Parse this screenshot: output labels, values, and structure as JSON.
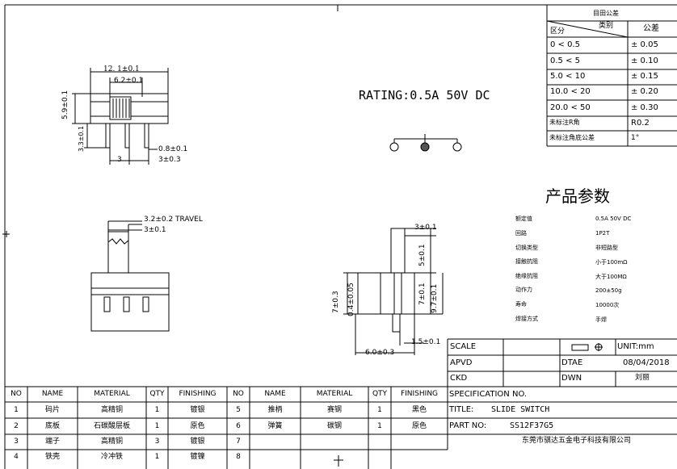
{
  "tolerance_table": {
    "header_top": "目田公差",
    "col_category": "类别",
    "col_range": "区分",
    "col_tolerance": "公差",
    "rows": [
      {
        "range": "0    < 0.5",
        "tol": "± 0.05"
      },
      {
        "range": "0.5    < 5",
        "tol": "± 0.10"
      },
      {
        "range": "5.0    < 10",
        "tol": "± 0.15"
      },
      {
        "range": "10.0   < 20",
        "tol": "± 0.20"
      },
      {
        "range": "20.0   < 50",
        "tol": "± 0.30"
      }
    ],
    "note_r_label": "未标注R角",
    "note_r_value": "R0.2",
    "note_angle_label": "未标注角底公差",
    "note_angle_value": "1°"
  },
  "rating": "RATING:0.5A 50V DC",
  "dims": {
    "top_width": "12. 1±0.1",
    "top_inner": "6.2±0.1",
    "top_height": "5.9±0.1",
    "pin_height": "3.3±0.1",
    "pin_width": "0.8±0.1",
    "pin_pitch_a": "3",
    "pin_pitch_b": "3±0.3",
    "travel": "3.2±0.2   TRAVEL",
    "lever_width": "3±0.1",
    "side_top": "3±0.1",
    "side_lever": "5±0.1",
    "side_body": "7±0.1",
    "side_total": "9.7±0.1",
    "side_left": "7±0.3",
    "side_thick": "0.4±0.05",
    "side_foot": "1.5±0.1",
    "side_base": "6.0±0.3"
  },
  "params": {
    "title": "产品参数",
    "rows": [
      {
        "k": "额定值",
        "v": "0.5A  50V DC"
      },
      {
        "k": "回路",
        "v": "1P2T"
      },
      {
        "k": "切换类型",
        "v": "非短路型"
      },
      {
        "k": "接触抗阻",
        "v": "小于100mΩ"
      },
      {
        "k": "绝缘抗阻",
        "v": "大于100MΩ"
      },
      {
        "k": "动作力",
        "v": "200±50g"
      },
      {
        "k": "寿命",
        "v": "10000次"
      },
      {
        "k": "焊接方式",
        "v": "手焊"
      }
    ]
  },
  "title_block": {
    "scale": "SCALE",
    "unit": "UNIT:mm",
    "apvd": "APVD",
    "dtae": "DTAE",
    "date": "08/04/2018",
    "ckd": "CKD",
    "dwn": "DWN",
    "dwn_name": "刘丽",
    "spec": "SPECIFICATION NO.",
    "title_label": "TITLE:",
    "title_value": "SLIDE  SWITCH",
    "part_label": "PART NO:",
    "part_value": "SS12F37G5",
    "company": "东莞市骐达五金电子科技有限公司"
  },
  "bom": {
    "headers": [
      "NO",
      "NAME",
      "MATERIAL",
      "QTY",
      "FINISHING",
      "NO",
      "NAME",
      "MATERIAL",
      "QTY",
      "FINISHING"
    ],
    "rows": [
      [
        "1",
        "码片",
        "高精铜",
        "1",
        "镀银",
        "5",
        "推柄",
        "赛钢",
        "1",
        "黑色"
      ],
      [
        "2",
        "底板",
        "石碳酸层板",
        "1",
        "原色",
        "6",
        "弹簧",
        "碳钢",
        "1",
        "原色"
      ],
      [
        "3",
        "端子",
        "高精铜",
        "3",
        "镀银",
        "7",
        "",
        "",
        "",
        ""
      ],
      [
        "4",
        "铁壳",
        "冷冲铁",
        "1",
        "镀镍",
        "8",
        "",
        "",
        "",
        ""
      ]
    ]
  }
}
